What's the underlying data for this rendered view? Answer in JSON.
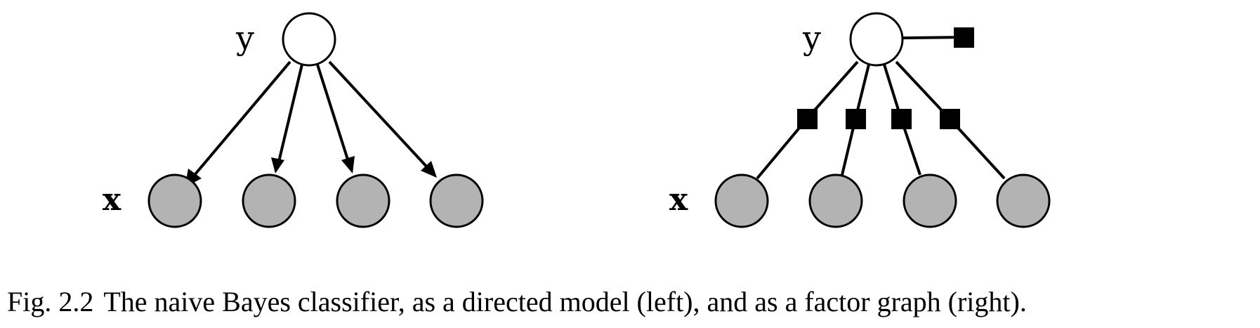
{
  "directed_model": {
    "y_label": "y",
    "x_label": "x"
  },
  "factor_graph": {
    "y_label": "y",
    "x_label": "x"
  },
  "caption": {
    "number": "Fig. 2.2",
    "text": "The naive Bayes classifier, as a directed model (left), and as a factor graph (right)."
  },
  "colors": {
    "latent_node_fill": "#ffffff",
    "observed_node_fill": "#b3b3b3",
    "stroke": "#000000",
    "factor_fill": "#000000"
  }
}
